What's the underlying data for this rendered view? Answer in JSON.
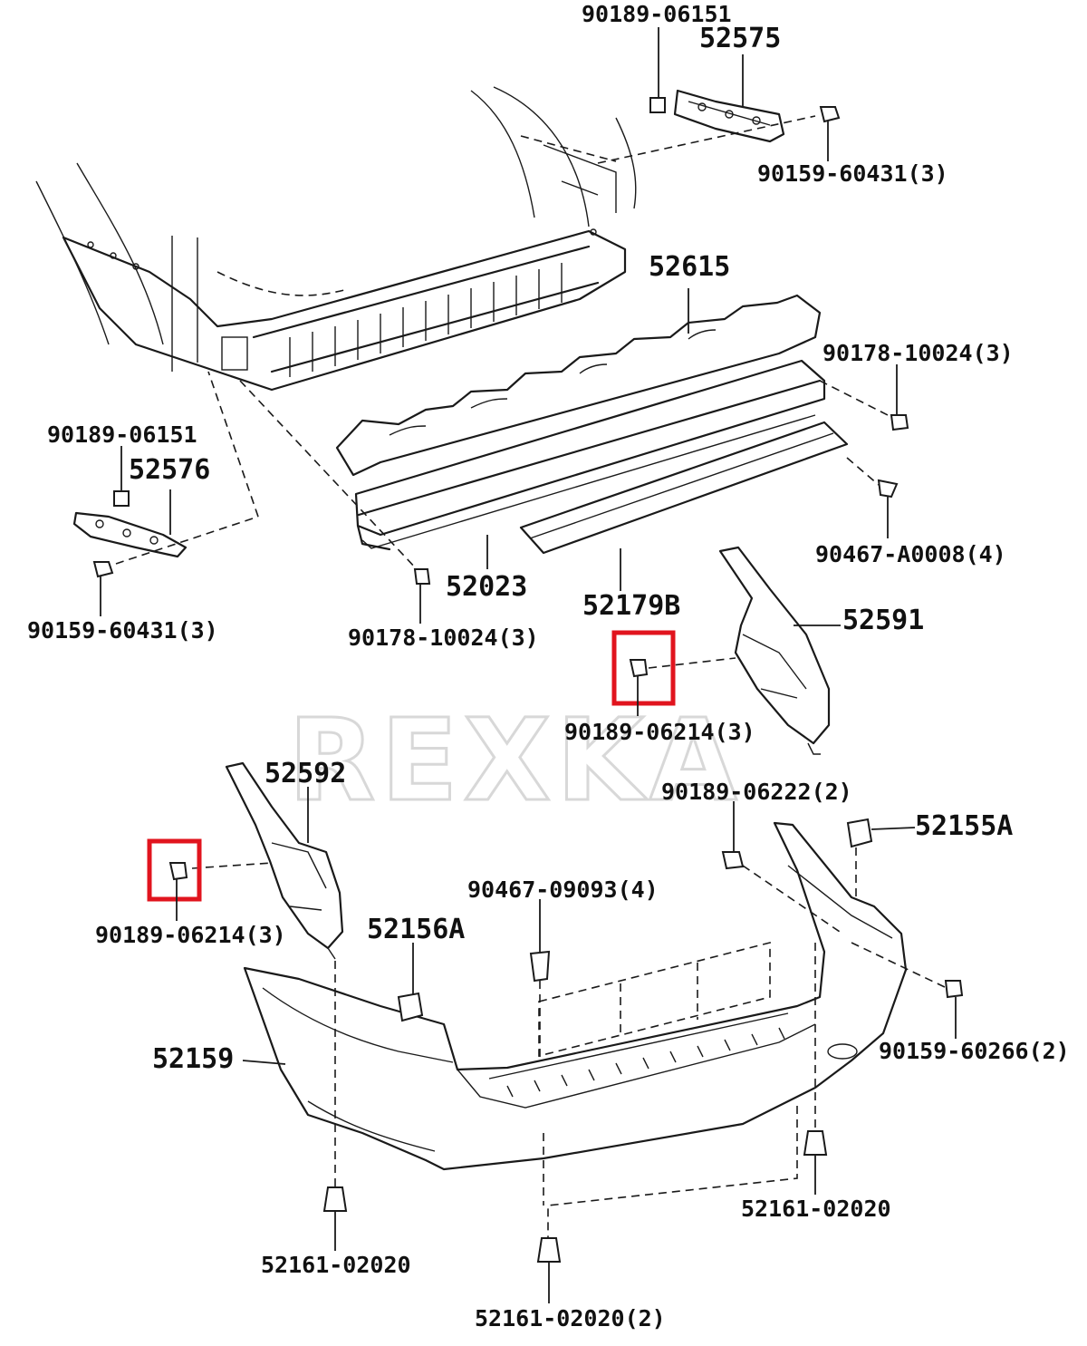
{
  "watermark": "REXKA",
  "highlight_color": "#e1141e",
  "labels": {
    "p90189_06151_top": "90189-06151",
    "p52575": "52575",
    "p90159_60431_top": "90159-60431(3)",
    "p52615": "52615",
    "p90178_10024_right": "90178-10024(3)",
    "p90189_06151_left": "90189-06151",
    "p52576": "52576",
    "p90467_a0008": "90467-A0008(4)",
    "p90159_60431_left": "90159-60431(3)",
    "p52023": "52023",
    "p90178_10024_bottom": "90178-10024(3)",
    "p52179b": "52179B",
    "p52591": "52591",
    "p90189_06214_right": "90189-06214(3)",
    "p52592": "52592",
    "p90189_06222": "90189-06222(2)",
    "p52155a": "52155A",
    "p90467_09093": "90467-09093(4)",
    "p52156a": "52156A",
    "p90189_06214_left": "90189-06214(3)",
    "p52159": "52159",
    "p90159_60266": "90159-60266(2)",
    "p52161_02020_right": "52161-02020",
    "p52161_02020_left": "52161-02020",
    "p52161_02020_bottom": "52161-02020(2)"
  }
}
